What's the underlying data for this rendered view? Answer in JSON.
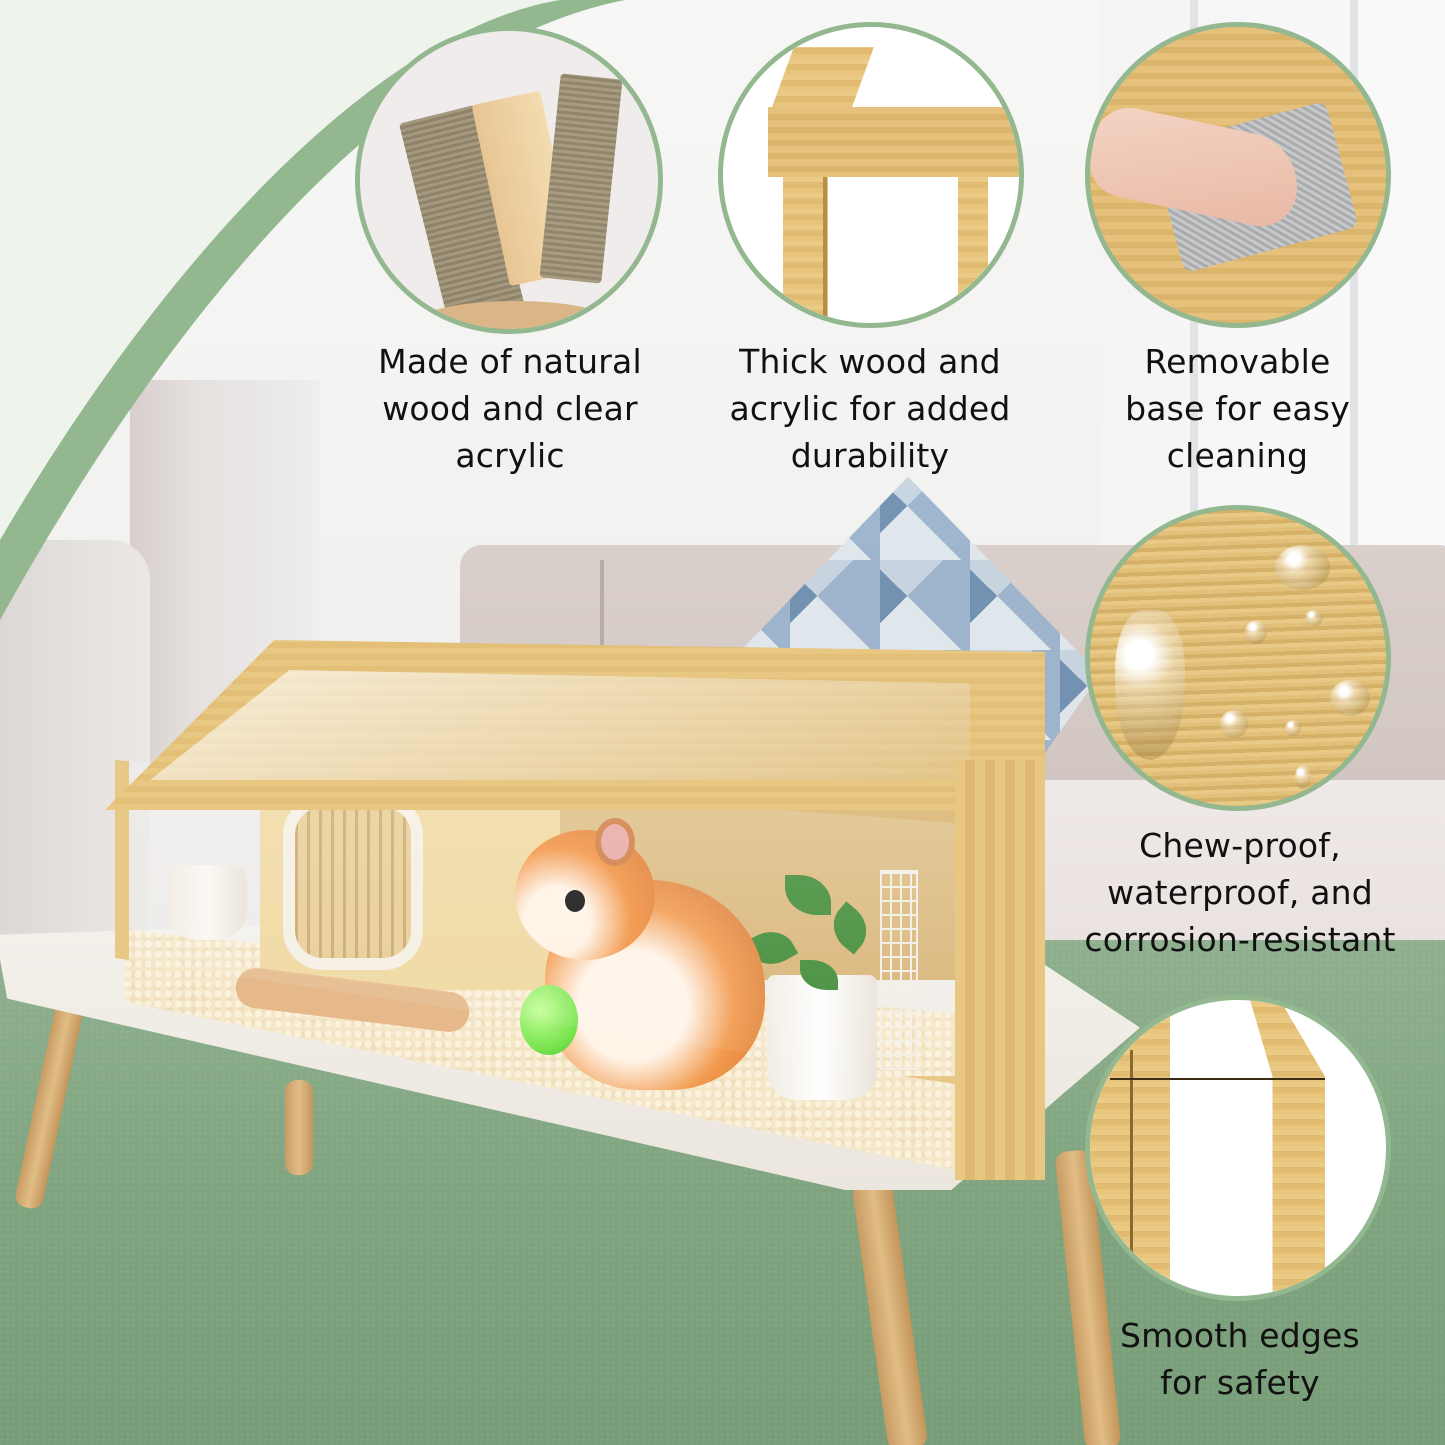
{
  "features": [
    {
      "id": "natural-wood",
      "icon": "wood-blocks-image",
      "label_lines": [
        "Made of natural",
        "wood and clear",
        "acrylic"
      ]
    },
    {
      "id": "thick-wood",
      "icon": "wood-frame-corner-image",
      "label_lines": [
        "Thick wood and",
        "acrylic for added",
        "durability"
      ]
    },
    {
      "id": "removable-base",
      "icon": "hand-wiping-image",
      "label_lines": [
        "Removable",
        "base for easy",
        "cleaning"
      ]
    },
    {
      "id": "waterproof",
      "icon": "water-droplets-image",
      "label_lines": [
        "Chew-proof,",
        "waterproof, and",
        "corrosion-resistant"
      ]
    },
    {
      "id": "smooth-edges",
      "icon": "smooth-edge-image",
      "label_lines": [
        "Smooth edges",
        "for safety"
      ]
    }
  ],
  "colors": {
    "accent_green": "#93b88f",
    "wood": "#e6c27c",
    "text": "#111111",
    "rug_green": "#7fa47f"
  },
  "product": {
    "scene": "wooden acrylic hamster cage on coffee table with hamster"
  }
}
